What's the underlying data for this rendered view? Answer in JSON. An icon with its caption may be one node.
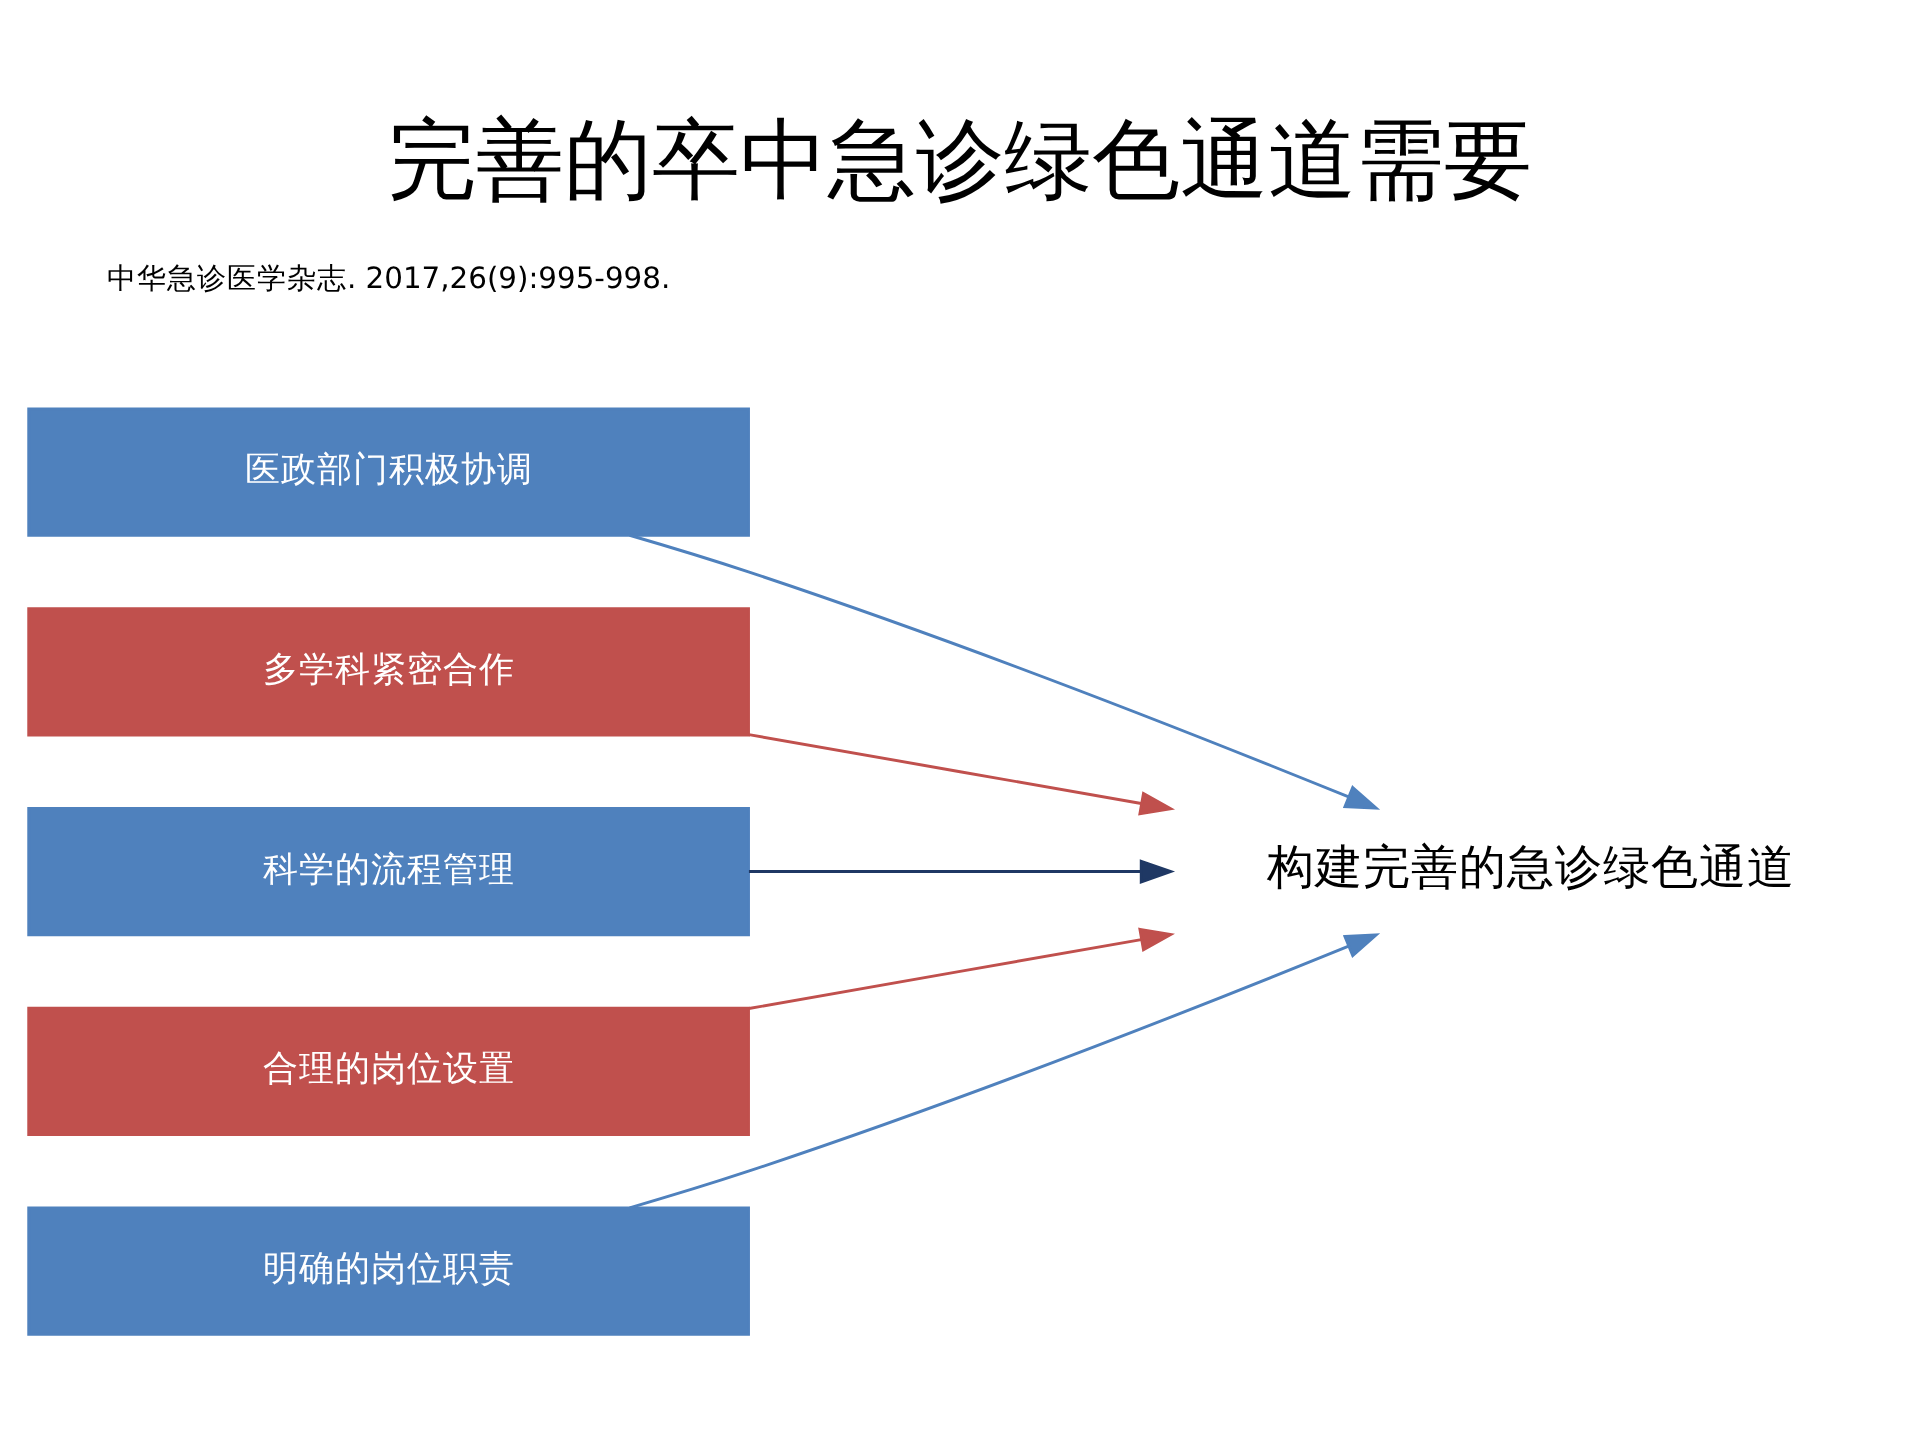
{
  "diagram": {
    "title": "完善的卒中急诊绿色通道需要",
    "caption": "中华急诊医学杂志. 2017,26(9):995-998.",
    "nodes": [
      {
        "text": [
          "医政部门积极协调"
        ]
      },
      {
        "text": [
          "多学科紧密合作"
        ]
      },
      {
        "text": [
          "科学的流程管理"
        ]
      },
      {
        "text": [
          "合理的岗位设置"
        ]
      },
      {
        "text": [
          "明确的岗位职责"
        ]
      },
      {
        "text": [
          "构建完善的急诊绿色通道"
        ]
      }
    ],
    "edges": [
      {
        "from": 0,
        "to": 5,
        "arrow": "to"
      },
      {
        "from": 1,
        "to": 5,
        "arrow": "to",
        "color": "#c0504d"
      },
      {
        "from": 2,
        "to": 5,
        "arrow": "to",
        "color": "#1f3864"
      },
      {
        "from": 3,
        "to": 5,
        "arrow": "to",
        "color": "#c0504d"
      },
      {
        "from": 4,
        "to": 5,
        "arrow": "to"
      }
    ]
  }
}
